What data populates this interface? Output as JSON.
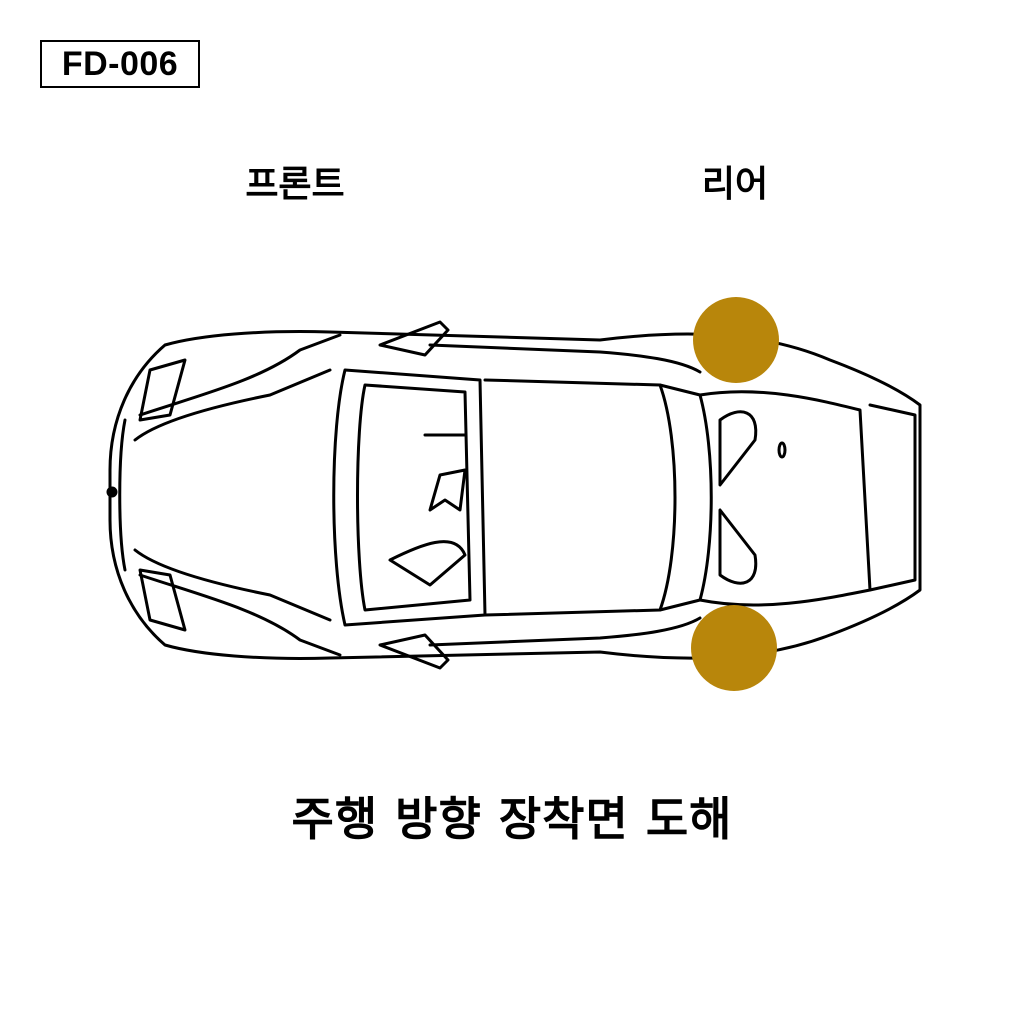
{
  "code": "FD-006",
  "labels": {
    "front": "프론트",
    "rear": "리어"
  },
  "caption": "주행 방향 장착면 도해",
  "marker_color": "#B8860B",
  "markers": [
    {
      "name": "rear-left-marker"
    },
    {
      "name": "rear-right-marker"
    }
  ]
}
